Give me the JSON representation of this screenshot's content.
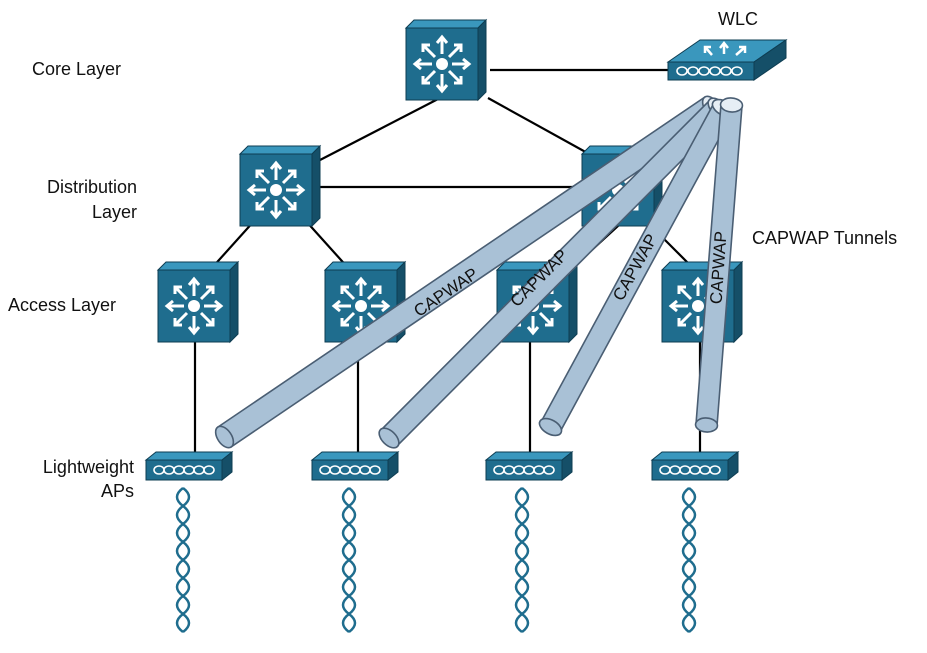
{
  "layers": {
    "core": "Core Layer",
    "distribution_line1": "Distribution",
    "distribution_line2": "Layer",
    "access": "Access Layer",
    "ap_line1": "Lightweight",
    "ap_line2": "APs"
  },
  "devices": {
    "wlc": "WLC"
  },
  "tunnels": {
    "label": "CAPWAP",
    "legend": "CAPWAP Tunnels"
  },
  "colors": {
    "switch_front": "#1f6d8e",
    "switch_top": "#2c8ab0",
    "switch_side": "#154f68",
    "tunnel_fill": "#a9c1d6",
    "tunnel_stroke": "#4a5e73",
    "link": "#000000"
  }
}
